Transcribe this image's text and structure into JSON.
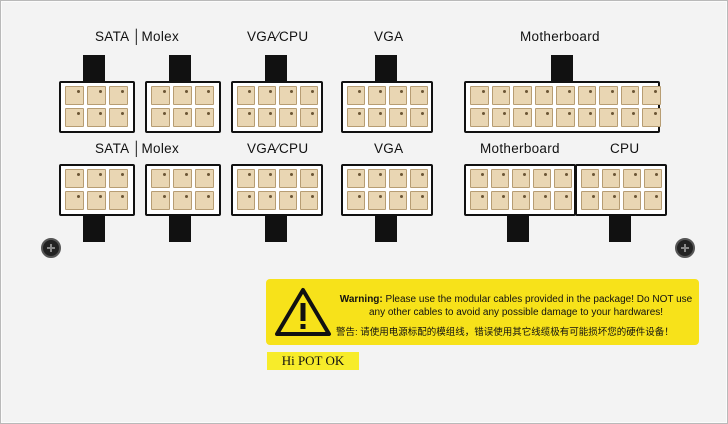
{
  "labels_top": {
    "sata_molex": "SATA │Molex",
    "vga_cpu": "VGA⁄CPU",
    "vga": "VGA",
    "motherboard": "Motherboard"
  },
  "labels_bottom": {
    "sata_molex": "SATA │Molex",
    "vga_cpu": "VGA⁄CPU",
    "vga": "VGA",
    "motherboard": "Motherboard",
    "cpu": "CPU"
  },
  "warning": {
    "prefix": "Warning:",
    "text": "Please use the modular cables provided in the package! Do NOT use any other cables to avoid any possible damage to your hardwares!",
    "cn_prefix": "警告:",
    "cn_text": "请使用电源标配的模组线，错误使用其它线缆极有可能损坏您的硬件设备！"
  },
  "hipot": "Hi POT OK",
  "colors": {
    "panel": "#f3f3f3",
    "pin": "#e9d6b3",
    "warning_bg": "#f7e21a",
    "connector": "#111111"
  }
}
